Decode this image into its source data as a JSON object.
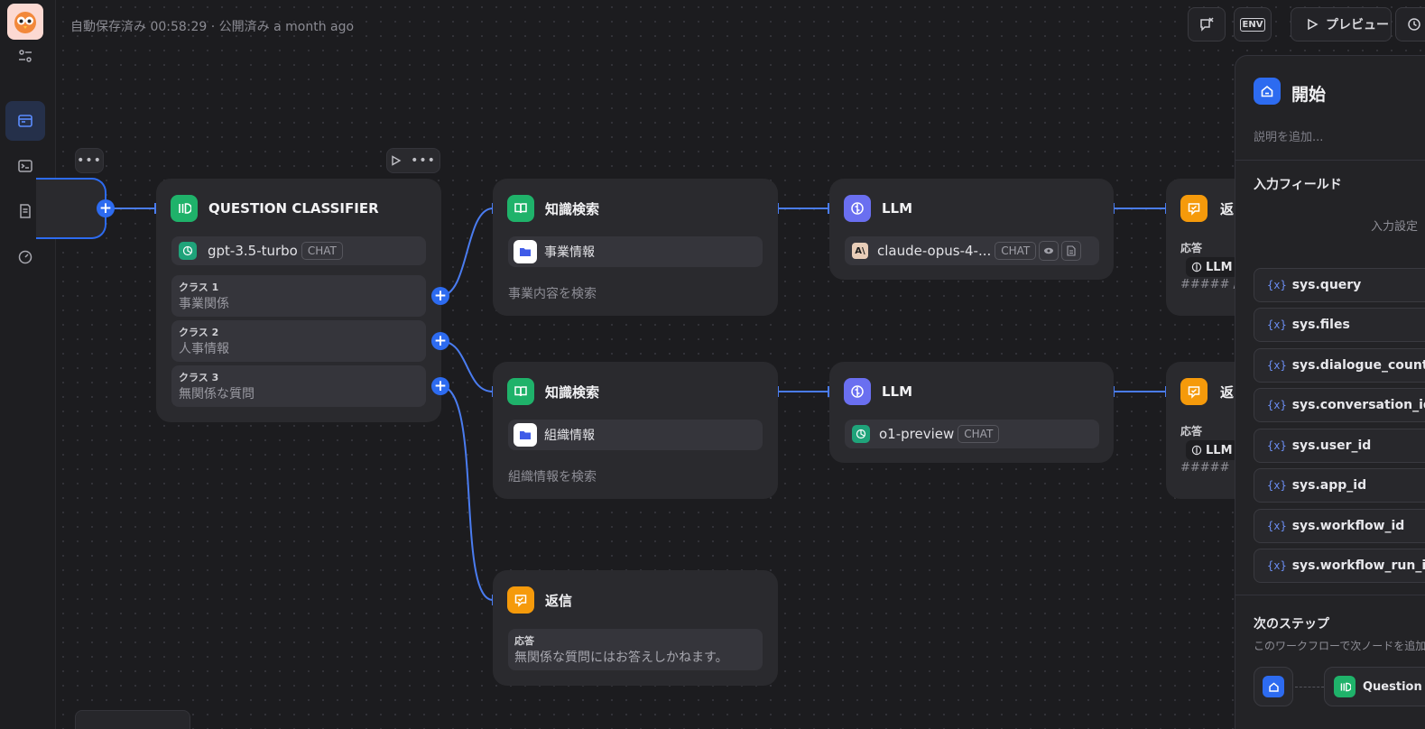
{
  "header": {
    "status_text": "自動保存済み 00:58:29 · 公開済み a month ago",
    "env_label": "ENV",
    "preview_label": "プレビュー"
  },
  "colors": {
    "accent": "#2d6bf0",
    "green": "#1fb26a",
    "indigo": "#6a6ff0",
    "orange": "#f59a0b"
  },
  "nodes": {
    "classifier": {
      "title": "QUESTION CLASSIFIER",
      "model": "gpt-3.5-turbo",
      "model_tag": "CHAT",
      "classes": [
        {
          "label": "クラス 1",
          "value": "事業関係"
        },
        {
          "label": "クラス 2",
          "value": "人事情報"
        },
        {
          "label": "クラス 3",
          "value": "無関係な質問"
        }
      ]
    },
    "knowledge1": {
      "title": "知識検索",
      "dataset": "事業情報",
      "desc": "事業内容を検索"
    },
    "knowledge2": {
      "title": "知識検索",
      "dataset": "組織情報",
      "desc": "組織情報を検索"
    },
    "llm1": {
      "title": "LLM",
      "model": "claude-opus-4-...",
      "model_tag": "CHAT"
    },
    "llm2": {
      "title": "LLM",
      "model": "o1-preview",
      "model_tag": "CHAT"
    },
    "reply1": {
      "title": "返",
      "label": "応答",
      "ref": "LLM",
      "text": "##### /"
    },
    "reply2": {
      "title": "返",
      "label": "応答",
      "ref": "LLM",
      "text": "#####"
    },
    "reply3": {
      "title": "返信",
      "label": "応答",
      "text": "無関係な質問にはお答えしかねます。"
    }
  },
  "panel": {
    "title": "開始",
    "desc_placeholder": "説明を追加...",
    "input_fields_label": "入力フィールド",
    "input_settings_label": "入力設定",
    "variables": [
      "sys.query",
      "sys.files",
      "sys.dialogue_count",
      "sys.conversation_id",
      "sys.user_id",
      "sys.app_id",
      "sys.workflow_id",
      "sys.workflow_run_id"
    ],
    "next_step_label": "次のステップ",
    "next_step_desc": "このワークフローで次ノードを追加",
    "next_node_label": "Question"
  }
}
